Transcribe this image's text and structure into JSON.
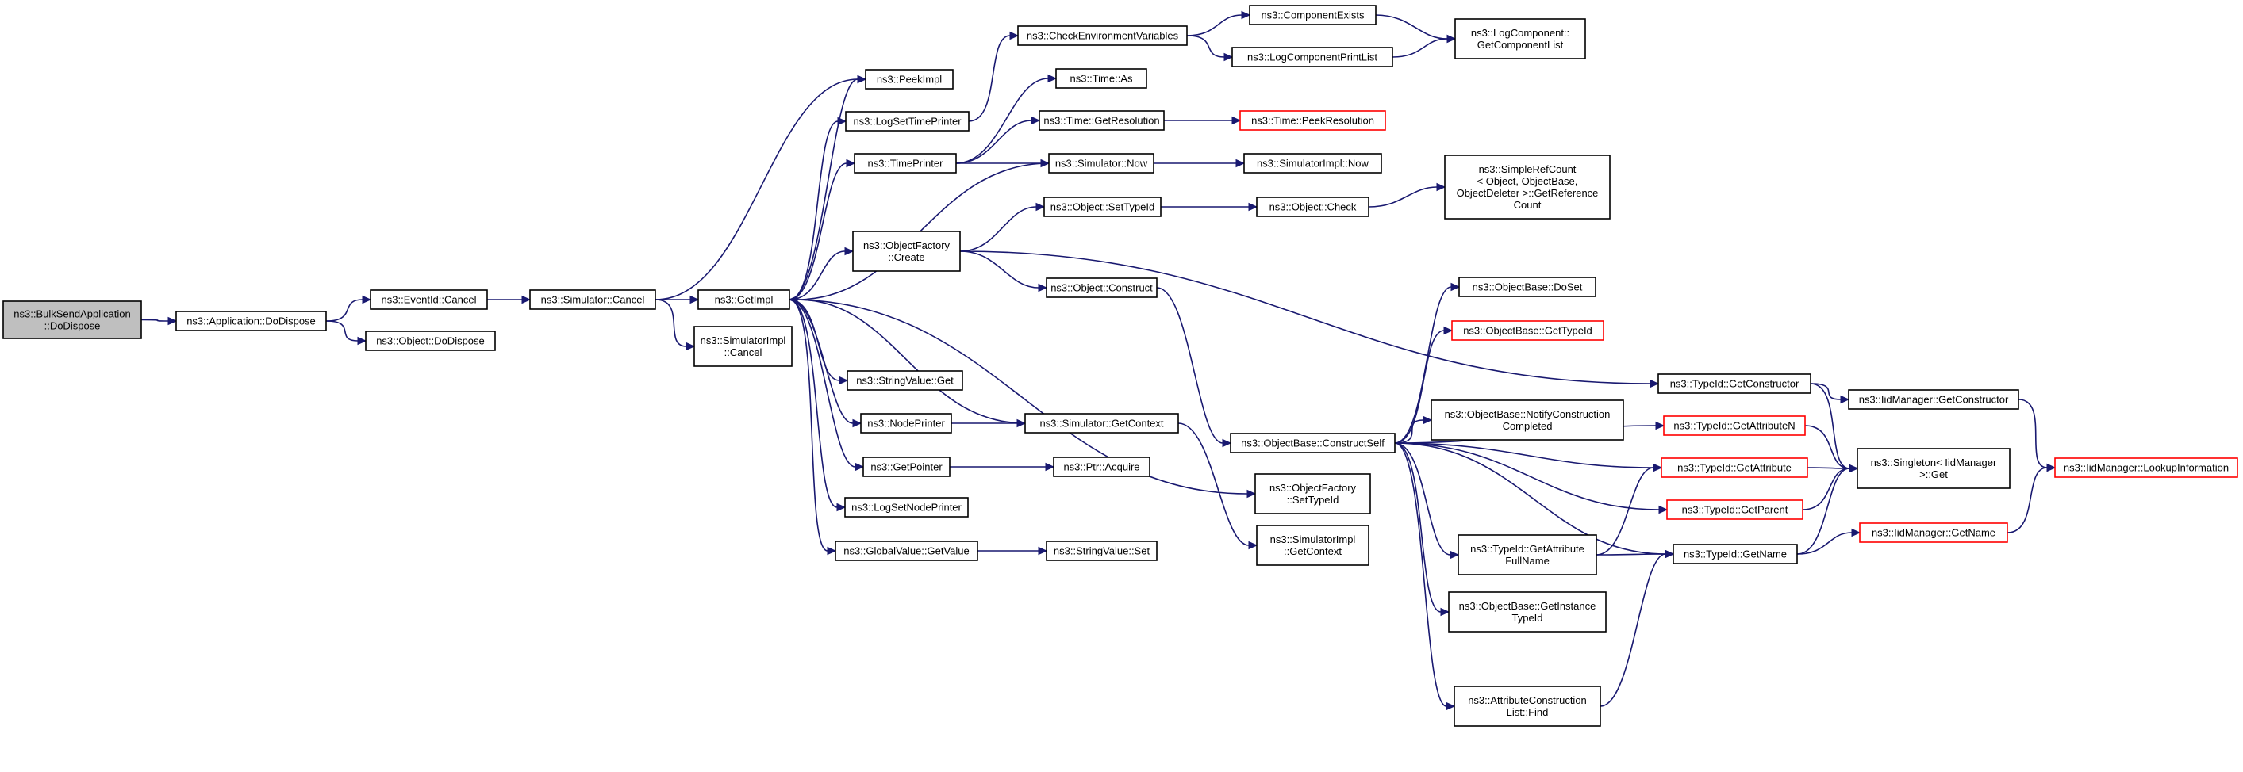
{
  "colors": {
    "edge": "#191970",
    "node_border": "#000000",
    "truncated_border": "#ff0000",
    "root_fill": "#bfbfbf",
    "node_fill": "#ffffff"
  },
  "nodes": [
    {
      "id": "n0",
      "label": [
        "ns3::BulkSendApplication",
        "::DoDispose"
      ],
      "style": "root"
    },
    {
      "id": "n1",
      "label": [
        "ns3::Application::DoDispose"
      ]
    },
    {
      "id": "n2",
      "label": [
        "ns3::EventId::Cancel"
      ]
    },
    {
      "id": "n3",
      "label": [
        "ns3::Object::DoDispose"
      ]
    },
    {
      "id": "n4",
      "label": [
        "ns3::Simulator::Cancel"
      ]
    },
    {
      "id": "n5",
      "label": [
        "ns3::PeekImpl"
      ]
    },
    {
      "id": "n6",
      "label": [
        "ns3::GetImpl"
      ]
    },
    {
      "id": "n7",
      "label": [
        "ns3::SimulatorImpl",
        "::Cancel"
      ]
    },
    {
      "id": "n8",
      "label": [
        "ns3::LogSetTimePrinter"
      ]
    },
    {
      "id": "n9",
      "label": [
        "ns3::TimePrinter"
      ]
    },
    {
      "id": "n10",
      "label": [
        "ns3::ObjectFactory",
        "::Create"
      ]
    },
    {
      "id": "n11",
      "label": [
        "ns3::StringValue::Get"
      ]
    },
    {
      "id": "n12",
      "label": [
        "ns3::NodePrinter"
      ]
    },
    {
      "id": "n13",
      "label": [
        "ns3::GetPointer"
      ]
    },
    {
      "id": "n14",
      "label": [
        "ns3::LogSetNodePrinter"
      ]
    },
    {
      "id": "n15",
      "label": [
        "ns3::GlobalValue::GetValue"
      ]
    },
    {
      "id": "n16",
      "label": [
        "ns3::CheckEnvironmentVariables"
      ]
    },
    {
      "id": "n17",
      "label": [
        "ns3::Time::As"
      ]
    },
    {
      "id": "n18",
      "label": [
        "ns3::Time::GetResolution"
      ]
    },
    {
      "id": "n19",
      "label": [
        "ns3::Simulator::Now"
      ]
    },
    {
      "id": "n20",
      "label": [
        "ns3::Object::SetTypeId"
      ]
    },
    {
      "id": "n21",
      "label": [
        "ns3::Object::Construct"
      ]
    },
    {
      "id": "n22",
      "label": [
        "ns3::Simulator::GetContext"
      ]
    },
    {
      "id": "n23",
      "label": [
        "ns3::Ptr::Acquire"
      ]
    },
    {
      "id": "n24",
      "label": [
        "ns3::StringValue::Set"
      ]
    },
    {
      "id": "n25",
      "label": [
        "ns3::ComponentExists"
      ]
    },
    {
      "id": "n26",
      "label": [
        "ns3::LogComponentPrintList"
      ]
    },
    {
      "id": "n27",
      "label": [
        "ns3::LogComponent::",
        "GetComponentList"
      ]
    },
    {
      "id": "n28",
      "label": [
        "ns3::Time::PeekResolution"
      ],
      "style": "trunc"
    },
    {
      "id": "n29",
      "label": [
        "ns3::SimulatorImpl::Now"
      ]
    },
    {
      "id": "n30",
      "label": [
        "ns3::Object::Check"
      ]
    },
    {
      "id": "n31",
      "label": [
        "ns3::SimpleRefCount",
        "< Object, ObjectBase,",
        "ObjectDeleter >::GetReference",
        "Count"
      ]
    },
    {
      "id": "n32",
      "label": [
        "ns3::ObjectBase::ConstructSelf"
      ]
    },
    {
      "id": "n33",
      "label": [
        "ns3::ObjectFactory",
        "::SetTypeId"
      ]
    },
    {
      "id": "n34",
      "label": [
        "ns3::SimulatorImpl",
        "::GetContext"
      ]
    },
    {
      "id": "n35",
      "label": [
        "ns3::ObjectBase::DoSet"
      ]
    },
    {
      "id": "n36",
      "label": [
        "ns3::ObjectBase::GetTypeId"
      ],
      "style": "trunc"
    },
    {
      "id": "n37",
      "label": [
        "ns3::ObjectBase::NotifyConstruction",
        "Completed"
      ]
    },
    {
      "id": "n38",
      "label": [
        "ns3::TypeId::GetAttribute",
        "FullName"
      ]
    },
    {
      "id": "n39",
      "label": [
        "ns3::ObjectBase::GetInstance",
        "TypeId"
      ]
    },
    {
      "id": "n40",
      "label": [
        "ns3::AttributeConstruction",
        "List::Find"
      ]
    },
    {
      "id": "n41",
      "label": [
        "ns3::TypeId::GetConstructor"
      ]
    },
    {
      "id": "n42",
      "label": [
        "ns3::TypeId::GetAttributeN"
      ],
      "style": "trunc"
    },
    {
      "id": "n43",
      "label": [
        "ns3::TypeId::GetAttribute"
      ],
      "style": "trunc"
    },
    {
      "id": "n44",
      "label": [
        "ns3::TypeId::GetParent"
      ],
      "style": "trunc"
    },
    {
      "id": "n45",
      "label": [
        "ns3::TypeId::GetName"
      ]
    },
    {
      "id": "n46",
      "label": [
        "ns3::IidManager::GetConstructor"
      ]
    },
    {
      "id": "n47",
      "label": [
        "ns3::Singleton< IidManager",
        ">::Get"
      ]
    },
    {
      "id": "n48",
      "label": [
        "ns3::IidManager::GetName"
      ],
      "style": "trunc"
    },
    {
      "id": "n49",
      "label": [
        "ns3::IidManager::LookupInformation"
      ],
      "style": "trunc"
    }
  ],
  "edges": [
    [
      "n0",
      "n1"
    ],
    [
      "n1",
      "n2"
    ],
    [
      "n1",
      "n3"
    ],
    [
      "n2",
      "n4"
    ],
    [
      "n4",
      "n5"
    ],
    [
      "n4",
      "n6"
    ],
    [
      "n4",
      "n7"
    ],
    [
      "n6",
      "n5"
    ],
    [
      "n6",
      "n8"
    ],
    [
      "n6",
      "n9"
    ],
    [
      "n6",
      "n10"
    ],
    [
      "n6",
      "n11"
    ],
    [
      "n6",
      "n12"
    ],
    [
      "n6",
      "n13"
    ],
    [
      "n6",
      "n14"
    ],
    [
      "n6",
      "n15"
    ],
    [
      "n6",
      "n33"
    ],
    [
      "n8",
      "n16"
    ],
    [
      "n9",
      "n17"
    ],
    [
      "n9",
      "n18"
    ],
    [
      "n9",
      "n19"
    ],
    [
      "n19",
      "n29"
    ],
    [
      "n19",
      "n6"
    ],
    [
      "n10",
      "n20"
    ],
    [
      "n10",
      "n21"
    ],
    [
      "n10",
      "n41"
    ],
    [
      "n12",
      "n22"
    ],
    [
      "n22",
      "n6"
    ],
    [
      "n22",
      "n34"
    ],
    [
      "n13",
      "n23"
    ],
    [
      "n15",
      "n24"
    ],
    [
      "n16",
      "n25"
    ],
    [
      "n16",
      "n26"
    ],
    [
      "n25",
      "n27"
    ],
    [
      "n26",
      "n27"
    ],
    [
      "n18",
      "n28"
    ],
    [
      "n20",
      "n30"
    ],
    [
      "n30",
      "n31"
    ],
    [
      "n21",
      "n32"
    ],
    [
      "n32",
      "n35"
    ],
    [
      "n32",
      "n36"
    ],
    [
      "n32",
      "n37"
    ],
    [
      "n32",
      "n38"
    ],
    [
      "n32",
      "n39"
    ],
    [
      "n32",
      "n40"
    ],
    [
      "n32",
      "n42"
    ],
    [
      "n32",
      "n43"
    ],
    [
      "n32",
      "n44"
    ],
    [
      "n32",
      "n45"
    ],
    [
      "n38",
      "n43"
    ],
    [
      "n38",
      "n45"
    ],
    [
      "n40",
      "n45"
    ],
    [
      "n41",
      "n46"
    ],
    [
      "n41",
      "n47"
    ],
    [
      "n42",
      "n47"
    ],
    [
      "n43",
      "n47"
    ],
    [
      "n44",
      "n47"
    ],
    [
      "n45",
      "n47"
    ],
    [
      "n45",
      "n48"
    ],
    [
      "n46",
      "n49"
    ],
    [
      "n48",
      "n49"
    ]
  ]
}
